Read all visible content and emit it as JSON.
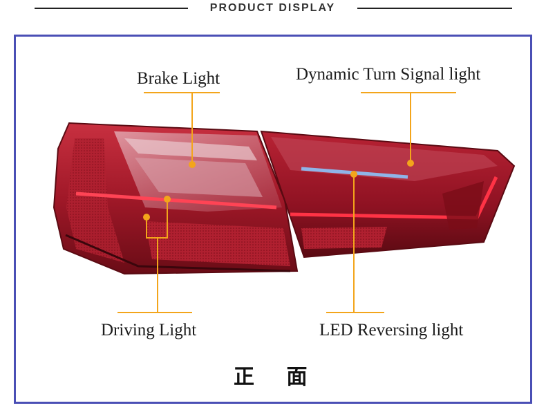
{
  "header": {
    "title": "PRODUCT DISPLAY"
  },
  "callouts": {
    "brake_light": "Brake Light",
    "turn_signal": "Dynamic Turn Signal light",
    "driving_light": "Driving Light",
    "reversing_light": "LED Reversing light"
  },
  "caption": "正 面",
  "colors": {
    "frame": "#4a4fb5",
    "leader": "#f3a51b",
    "lamp_red": "#a01020",
    "lamp_dark": "#5a0a12"
  }
}
